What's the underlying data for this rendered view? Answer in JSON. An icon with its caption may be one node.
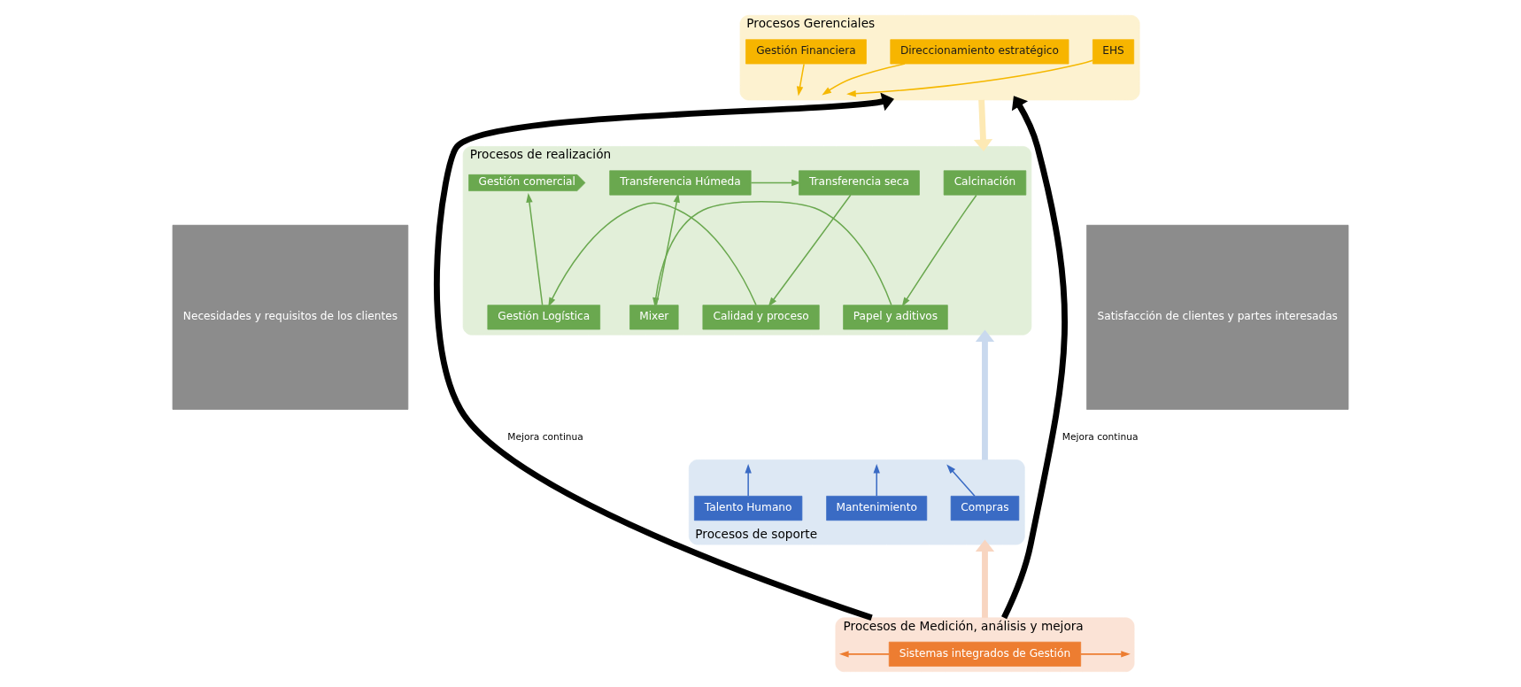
{
  "diagram": {
    "nodes": [
      {
        "text": [
          "Necesidades y requisitos de los clientes"
        ]
      },
      {
        "text": [
          "Procesos Gerenciales"
        ]
      },
      {
        "text": [
          "Direccionamiento estratégico"
        ],
        "in": 1
      },
      {
        "text": [
          "Gestión Financiera"
        ],
        "in": 1
      },
      {
        "text": [
          "EHS"
        ],
        "in": 1
      },
      {
        "text": [
          "Procesos de realización"
        ]
      },
      {
        "text": [
          "Calcinación"
        ],
        "in": 5
      },
      {
        "text": [
          "Papel y aditivos"
        ],
        "in": 5
      },
      {
        "text": [
          "Mixer"
        ],
        "in": 5
      },
      {
        "text": [
          "Transferencia Húmeda"
        ],
        "in": 5
      },
      {
        "text": [
          "Transferencia seca"
        ],
        "in": 5
      },
      {
        "text": [
          "Calidad y proceso"
        ],
        "in": 5
      },
      {
        "text": [
          "Gestión Logística"
        ],
        "in": 5
      },
      {
        "text": [
          "Gestión comercial"
        ],
        "in": 5
      },
      {
        "text": [
          "Procesos de soporte"
        ]
      },
      {
        "text": [
          "Compras"
        ],
        "in": 14
      },
      {
        "text": [
          "Mantenimiento"
        ],
        "in": 14
      },
      {
        "text": [
          "Talento Humano"
        ],
        "in": 14
      },
      {
        "text": [
          "Procesos de Medición, análisis y mejora"
        ]
      },
      {
        "text": [
          "Sistemas integrados de Gestión"
        ],
        "in": 18
      },
      {
        "text": [
          "Satisfacción de clientes y partes interesadas"
        ]
      }
    ],
    "edges": [
      {
        "from": 18,
        "to": 1,
        "arrow": "to",
        "label": "Mejora continua",
        "style": "thick",
        "color": "#000000"
      },
      {
        "from": 18,
        "to": 1,
        "arrow": "to",
        "label": "Mejora continua",
        "style": "thick",
        "color": "#000000"
      },
      {
        "from": 2,
        "to": 1,
        "arrow": "to",
        "color": "#f5b800"
      },
      {
        "from": 3,
        "to": 1,
        "arrow": "to",
        "color": "#f5b800"
      },
      {
        "from": 4,
        "to": 1,
        "arrow": "to",
        "color": "#f5b800"
      },
      {
        "from": 1,
        "to": 5,
        "arrow": "to",
        "style": "thick",
        "color": "#fde9b4"
      },
      {
        "from": 6,
        "to": 7,
        "arrow": "to"
      },
      {
        "from": 7,
        "to": 8,
        "arrow": "to"
      },
      {
        "from": 8,
        "to": 9,
        "arrow": "to"
      },
      {
        "from": 9,
        "to": 10,
        "arrow": "to"
      },
      {
        "from": 10,
        "to": 11,
        "arrow": "to"
      },
      {
        "from": 11,
        "to": 12,
        "arrow": "to"
      },
      {
        "from": 12,
        "to": 13,
        "arrow": "to"
      },
      {
        "from": 14,
        "to": 5,
        "arrow": "to",
        "style": "thick",
        "color": "#c9d9ee"
      },
      {
        "from": 15,
        "to": 14,
        "arrow": "to",
        "color": "#3a6bc4"
      },
      {
        "from": 16,
        "to": 14,
        "arrow": "to",
        "color": "#3a6bc4"
      },
      {
        "from": 17,
        "to": 14,
        "arrow": "to",
        "color": "#3a6bc4"
      },
      {
        "from": 18,
        "to": 14,
        "arrow": "to",
        "style": "thick",
        "color": "#f8d5c0"
      },
      {
        "from": 19,
        "to": 18,
        "arrow": "to",
        "color": "#ed7d31"
      },
      {
        "from": 19,
        "to": 18,
        "arrow": "to",
        "color": "#ed7d31"
      }
    ]
  }
}
